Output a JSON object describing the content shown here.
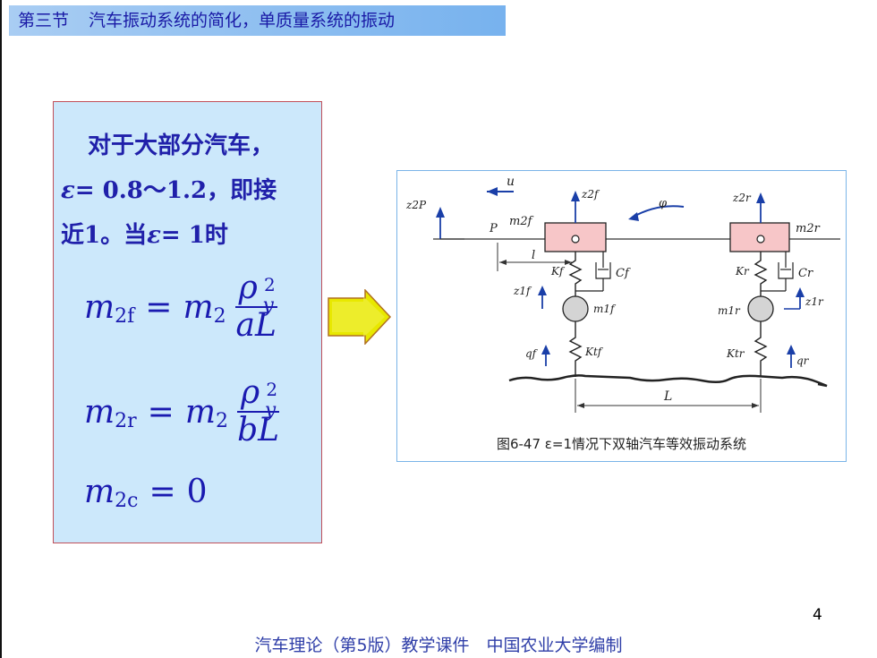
{
  "header": {
    "section": "第三节",
    "title": "汽车振动系统的简化，单质量系统的振动"
  },
  "left_panel": {
    "line1": "对于大部分汽车，",
    "line2_eps": "ε",
    "line2_rest": "= 0.8～1.2，即接",
    "line3_a": "近1。当",
    "line3_eps": "ε",
    "line3_b": "= 1时",
    "f1": {
      "lhs": "m",
      "lhs_sub": "2f",
      "eq": "=",
      "rhs": "m",
      "rhs_sub": "2",
      "num": "ρ",
      "num_sup": "2",
      "num_sub": "y",
      "den": "aL"
    },
    "f2": {
      "lhs": "m",
      "lhs_sub": "2r",
      "eq": "=",
      "rhs": "m",
      "rhs_sub": "2",
      "num": "ρ",
      "num_sup": "2",
      "num_sub": "y",
      "den": "bL"
    },
    "f3": {
      "lhs": "m",
      "lhs_sub": "2c",
      "eq": "=",
      "rhs": "0"
    }
  },
  "figure": {
    "caption": "图6-47 ε=1情况下双轴汽车等效振动系统",
    "labels": {
      "u": "u",
      "z2P": "z2P",
      "P": "P",
      "m2f": "m2f",
      "z2f": "z2f",
      "phi": "φ",
      "z2r": "z2r",
      "m2r": "m2r",
      "l": "l",
      "Kf": "Kf",
      "Cf": "Cf",
      "Kr": "Kr",
      "Cr": "Cr",
      "z1f": "z1f",
      "m1f": "m1f",
      "m1r": "m1r",
      "z1r": "z1r",
      "qf": "qf",
      "Ktf": "Ktf",
      "Ktr": "Ktr",
      "qr": "qr",
      "L": "L"
    }
  },
  "page_number": "4",
  "footer": "汽车理论（第5版）教学课件　中国农业大学编制",
  "colors": {
    "header_bg": "#77b2ee",
    "panel_bg": "#cce8fb",
    "arrow": "#e8e800",
    "mass_fill": "#f7c6c8"
  }
}
